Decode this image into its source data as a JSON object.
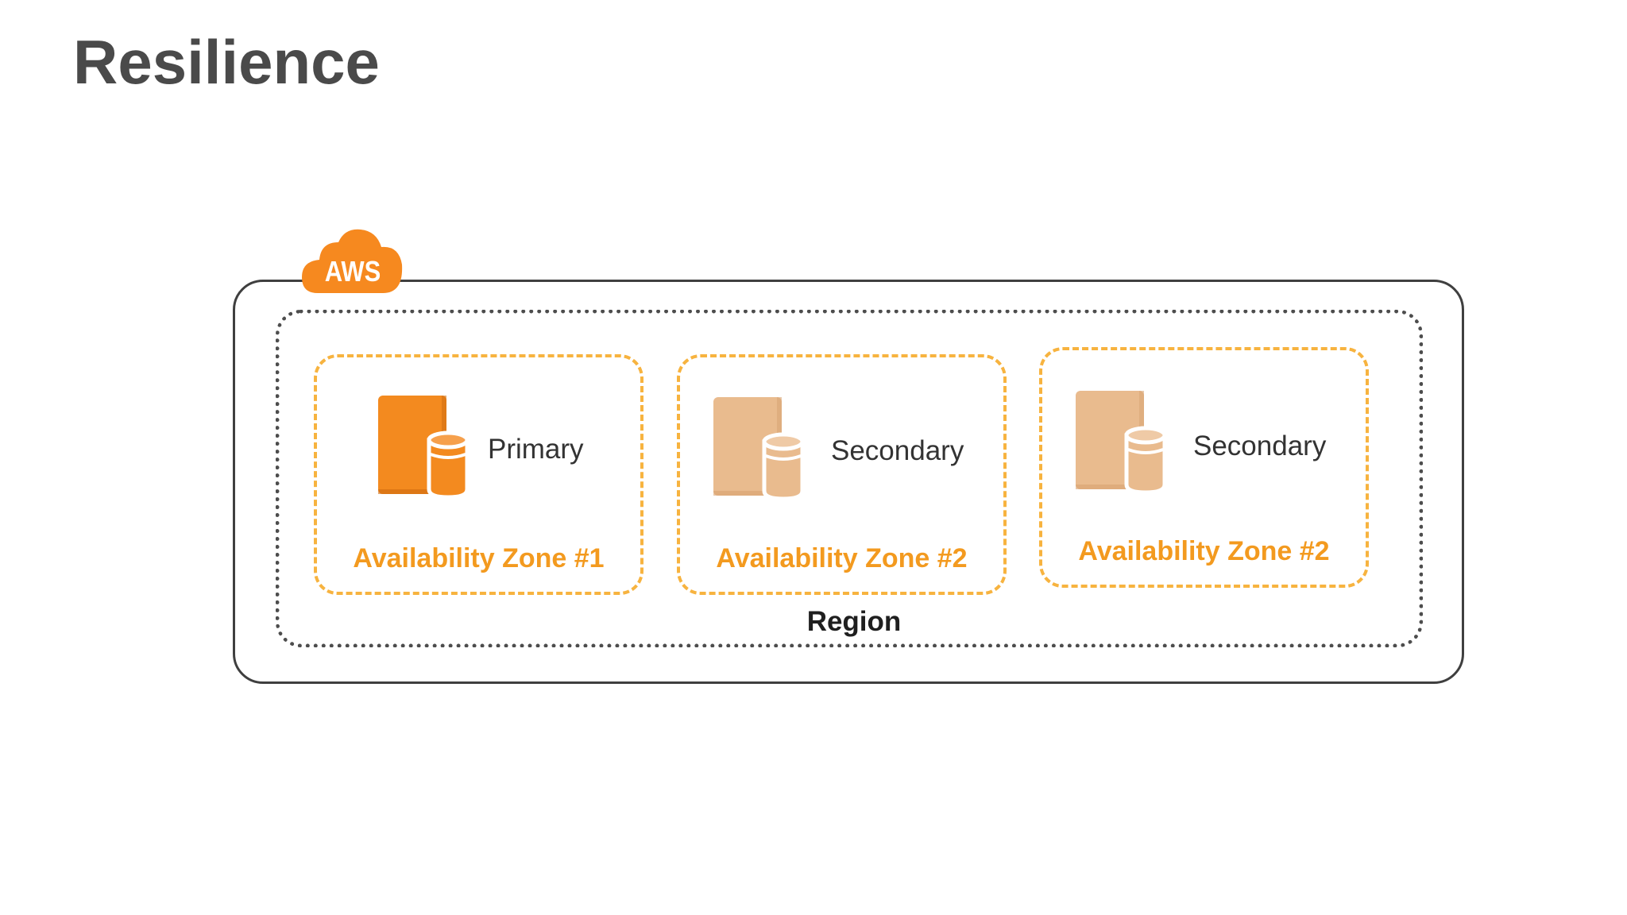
{
  "title": "Resilience",
  "diagram": {
    "cloud_label": "AWS",
    "region_label": "Region",
    "zones": [
      {
        "label": "Availability Zone #1",
        "role": "Primary",
        "icon": "database-instance-icon",
        "color": "#f38a1f"
      },
      {
        "label": "Availability Zone #2",
        "role": "Secondary",
        "icon": "database-instance-icon",
        "color": "#e9bb8e"
      },
      {
        "label": "Availability Zone #2",
        "role": "Secondary",
        "icon": "database-instance-icon",
        "color": "#e9bb8e"
      }
    ]
  },
  "colors": {
    "accent": "#f39a1f",
    "aws_orange": "#f6891f",
    "text_dark": "#4a4a4a"
  }
}
